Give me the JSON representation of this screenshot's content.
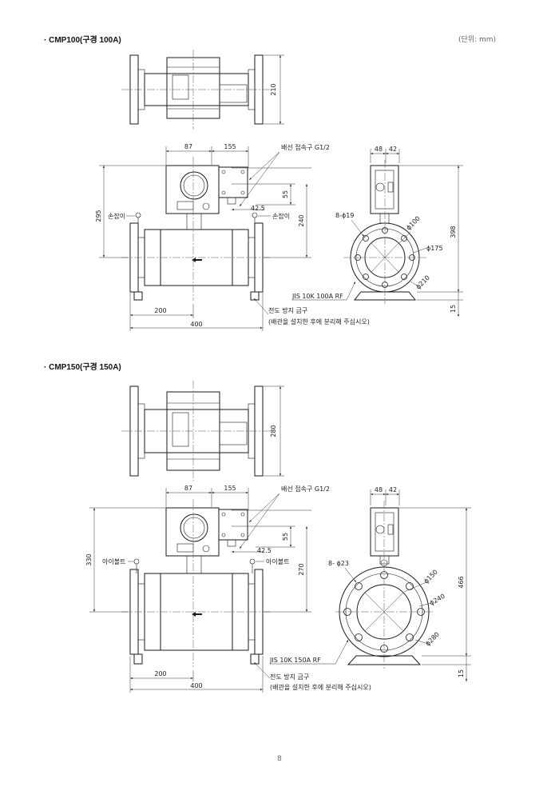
{
  "unit_note": "(단위: mm)",
  "page_number": "8",
  "sections": [
    {
      "title": "· CMP100(구경 100A)",
      "labels": {
        "top_height": "210",
        "dim_87": "87",
        "dim_155": "155",
        "wiring": "배선 접속구 G1/2",
        "dim_55": "55",
        "dim_42_5": "42.5",
        "handle_left": "손잡이",
        "handle_right": "손잡이",
        "dim_total_h": "295",
        "dim_240": "240",
        "dim_200": "200",
        "dim_400": "400",
        "fall_1": "전도 방지 금구",
        "fall_2": "(배관을 설치한 후에 분리해 주십시오)",
        "dim_48": "48",
        "dim_42": "42",
        "holes": "8-ϕ19",
        "bore": "ϕ100",
        "pcd": "ϕ175",
        "outer": "ϕ210",
        "flange": "JIS 10K 100A RF",
        "dim_side_h": "398",
        "dim_15": "15"
      }
    },
    {
      "title": "· CMP150(구경 150A)",
      "labels": {
        "top_height": "280",
        "dim_87": "87",
        "dim_155": "155",
        "wiring": "배선 접속구 G1/2",
        "dim_55": "55",
        "dim_42_5": "42.5",
        "handle_left": "아이볼트",
        "handle_right": "아이볼트",
        "dim_total_h": "330",
        "dim_240": "270",
        "dim_200": "200",
        "dim_400": "400",
        "fall_1": "전도 방지 금구",
        "fall_2": "(배관을 설치한 후에 분리해 주십시오)",
        "dim_48": "48",
        "dim_42": "42",
        "holes": "8- ϕ23",
        "bore": "ϕ150",
        "pcd": "ϕ240",
        "outer": "ϕ280",
        "flange": "JIS 10K 150A RF",
        "dim_side_h": "466",
        "dim_15": "15"
      }
    }
  ]
}
